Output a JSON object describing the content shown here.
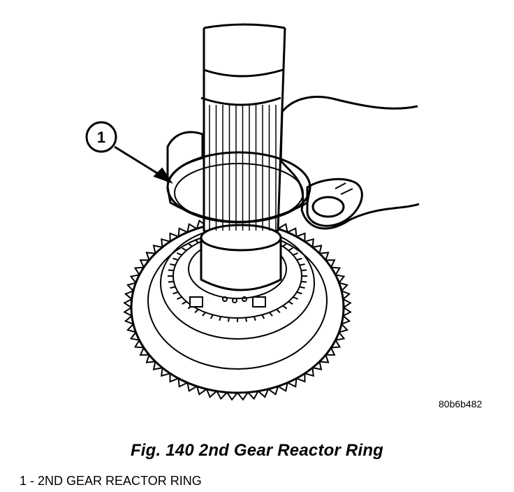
{
  "callout": {
    "number": "1"
  },
  "image_code": "80b6b482",
  "caption": "Fig. 140 2nd Gear Reactor Ring",
  "legend": {
    "item_1": "1 - 2ND GEAR REACTOR RING"
  }
}
